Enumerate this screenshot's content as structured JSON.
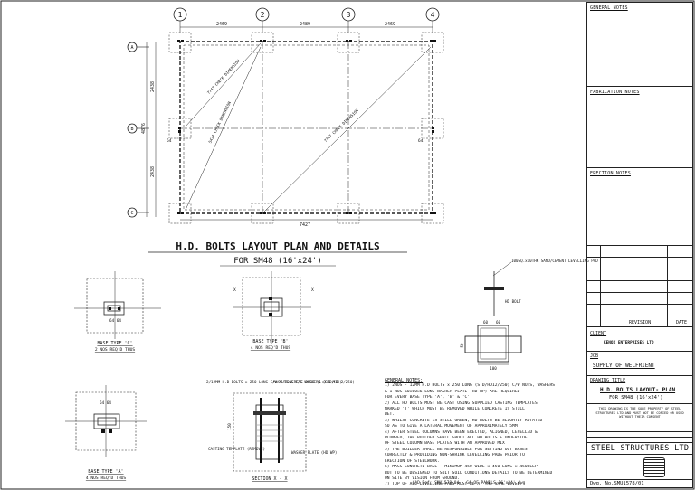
{
  "grid_bubbles": [
    "1",
    "2",
    "3",
    "4"
  ],
  "row_bubbles": [
    "A",
    "B",
    "C"
  ],
  "dims": {
    "bay1": "2469",
    "bay2": "2489",
    "bay3": "2469",
    "left_top": "2438",
    "left_total": "4876",
    "left_bottom": "2438",
    "bottom_total": "7427",
    "edge": "64",
    "edge2": "64"
  },
  "check_dims": [
    "7747 CHECK DIMENSION",
    "5434 CHECK DIMENSION",
    "7747 CHECK DIMENSION"
  ],
  "plan_title": "H.D. BOLTS LAYOUT PLAN AND DETAILS",
  "plan_subtitle": "FOR SM48 (16'x24')",
  "bases": {
    "c_title": "BASE TYPE 'C'",
    "c_sub": "2 NOS REQ'D THUS",
    "b_title": "BASE TYPE 'B'",
    "b_sub": "4 NOS REQ'D THUS",
    "a_title": "BASE TYPE 'A'",
    "a_sub": "4 NOS REQ'D THUS"
  },
  "section": {
    "title": "SECTION X - X",
    "bolt_note": "2/12MM H.D BOLTS x 250 LONG C/W NUTS & F/S WASHERS (STD/HD-2/250)",
    "mass_concrete": "MASS CONCRETE BASE (1:3:6 MIX)",
    "casting_template": "CASTING TEMPLATE (REMOVE)",
    "washer_plate": "WASHER PLATE (HD WP)",
    "dim_150": "150"
  },
  "detail": {
    "leveling": "100SQ.x10THK SAND/CEMENT LEVELLING PAD",
    "hd_bolt": "HD BOLT",
    "d60a": "60",
    "d60b": "60",
    "d50": "50",
    "d100": "100"
  },
  "general_notes_title": "GENERAL NOTES:",
  "general_notes": [
    "1) 2NOS - 12MM H.D BOLTS x 250 LONG (STD/HD12/250) C/W NUTS, WASHERS",
    "   & 1 NOS 60x60x6 LONG WASHER PLATE (HD WP) ARE REQUIRED",
    "   FOR EVERY BASE TYPE 'A', 'B' & 'C'.",
    "2) ALL HD BOLTS MUST BE CAST USING SUPPLIED CASTING TEMPLATES",
    "   MARKED 'T' WHICH MUST BE REMOVED WHILE CONCRETE IS STILL",
    "   WET.",
    "3) WHILST CONCRETE IS STILL GREEN, HD BOLTS BE SLIGHTLY ROTATED",
    "   SO AS TO GIVE A LATERAL MOVEMENT OF APPROXIMATELY 5MM",
    "4) AFTER STEEL COLUMNS HAVE BEEN ERECTED, ALIGNED, LEVELLED &",
    "   PLUMBED, THE BUILDER SHALL GROUT ALL HD BOLTS & UNDERSIDE",
    "   OF STEEL COLUMN BASE PLATES WITH AN APPROVED MIX",
    "5) THE BUILDER SHALL BE RESPONSIBLE FOR SETTING OUT BASES",
    "   CORRECTLY & PROVIDING NON-SHRINK LEVELLING PADS PRIOR TO",
    "   ERECTION OF STEELWORK.",
    "6) MASS CONCRETE BASE - MINIMUM 450 WIDE x 450 LONG x 450DEEP",
    "   BUT TO BE DESIGNED TO SUIT SOIL CONDITIONS DETAILS TO BE DETERMINED",
    "   ON SITE BY VISION FROM GROUND.",
    "7) TOP OF ALL LEVELLING PADS MUST BE AT THE SAME LEVEL."
  ],
  "cad_ref": "CAD Ref: SMU1578-04 - GA OF PANELS-16'x24'.dwg",
  "title_block": {
    "general_notes": "GENERAL NOTES",
    "fabrication_notes": "FABRICATION NOTES",
    "erection_notes": "ERECTION NOTES",
    "revision": "REVISION",
    "date": "DATE",
    "client_label": "CLIENT",
    "client": "KENOX ENTERPRISES LTD",
    "job_label": "JOB",
    "job": "SUPPLY OF WELFRIENT",
    "drawing_title_label": "DRAWING TITLE",
    "drawing_title": "H.D. BOLTS LAYOUT- PLAN",
    "drawing_title2": "FOR SM48 (16'x24')",
    "copyright": "THIS DRAWING IS THE SOLE PROPERTY OF STEEL STRUCTURES LTD AND MUST NOT BE COPIED OR USED WITHOUT THEIR CONSENT",
    "company": "STEEL STRUCTURES LTD",
    "dwg_no": "Dwg. No.SMU1578/01"
  }
}
